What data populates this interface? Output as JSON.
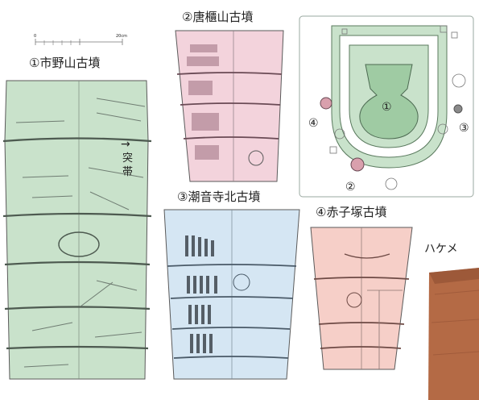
{
  "labels": {
    "ichinoyama": "①市野山古墳",
    "karahitsuyama": "②唐櫃山古墳",
    "chooonji": "③潮音寺北古墳",
    "akakozuka": "④赤子塚古墳",
    "tottai_arrow": "→",
    "tottai": "突帯",
    "hakeme": "ハケメ"
  },
  "scale_bar": {
    "zero": "0",
    "end": "20cm"
  },
  "site_plan": {
    "num1": "①",
    "num2": "②",
    "num3": "③",
    "num4": "④"
  },
  "colors": {
    "green_fill": "#c9e2cb",
    "pink_fill": "#f3d3dc",
    "blue_fill": "#d5e6f3",
    "salmon_fill": "#f6cfc8",
    "outline": "#5a5a5a",
    "plan_border": "#9aa8a0",
    "photo": "#b46a45"
  }
}
